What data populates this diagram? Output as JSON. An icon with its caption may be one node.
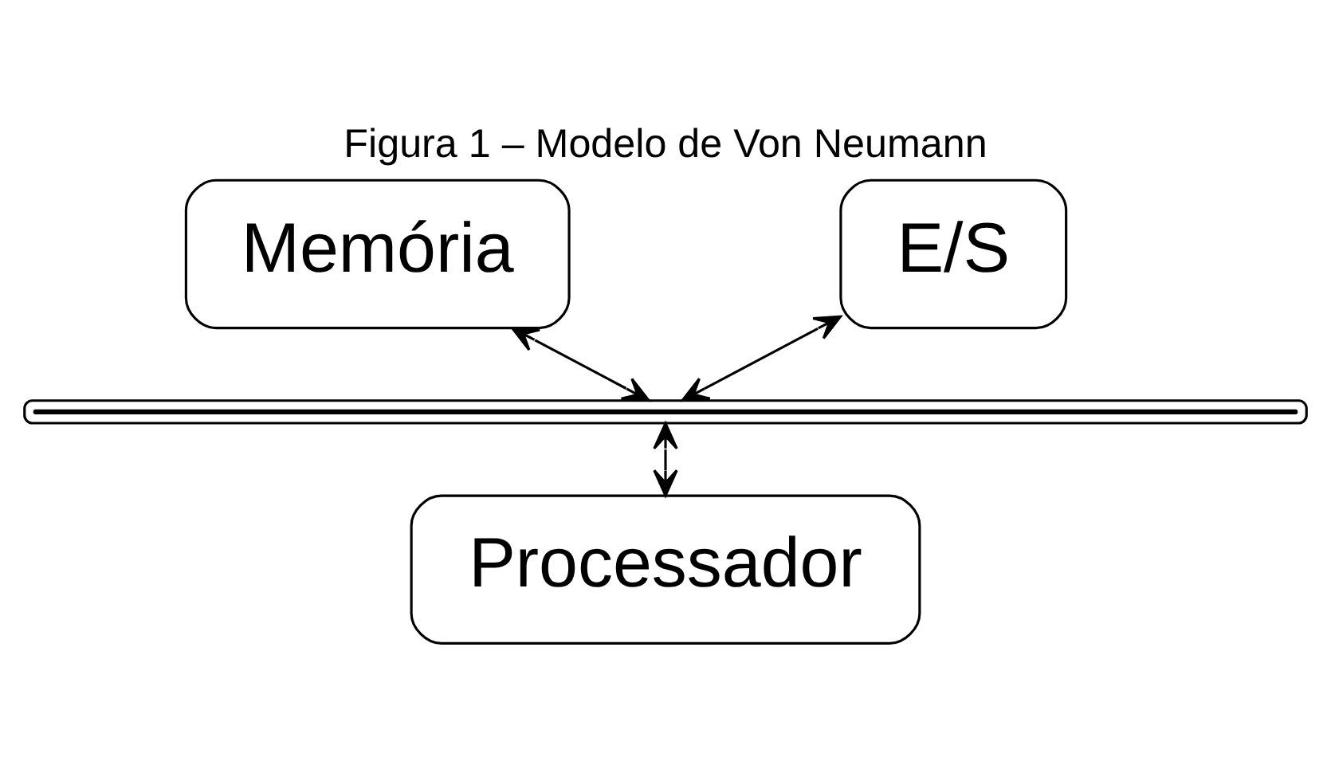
{
  "diagram": {
    "title": "Figura 1 – Modelo de Von Neumann",
    "nodes": [
      {
        "text": [
          "Memória"
        ]
      },
      {
        "text": [
          "E/S"
        ]
      },
      {
        "text": [],
        "shape": "bar"
      },
      {
        "text": [
          "Processador"
        ]
      }
    ],
    "edges": [
      {
        "from": 0,
        "to": 2,
        "arrow": "both"
      },
      {
        "from": 1,
        "to": 2,
        "arrow": "both"
      },
      {
        "from": 2,
        "to": 3,
        "arrow": "both"
      }
    ]
  }
}
